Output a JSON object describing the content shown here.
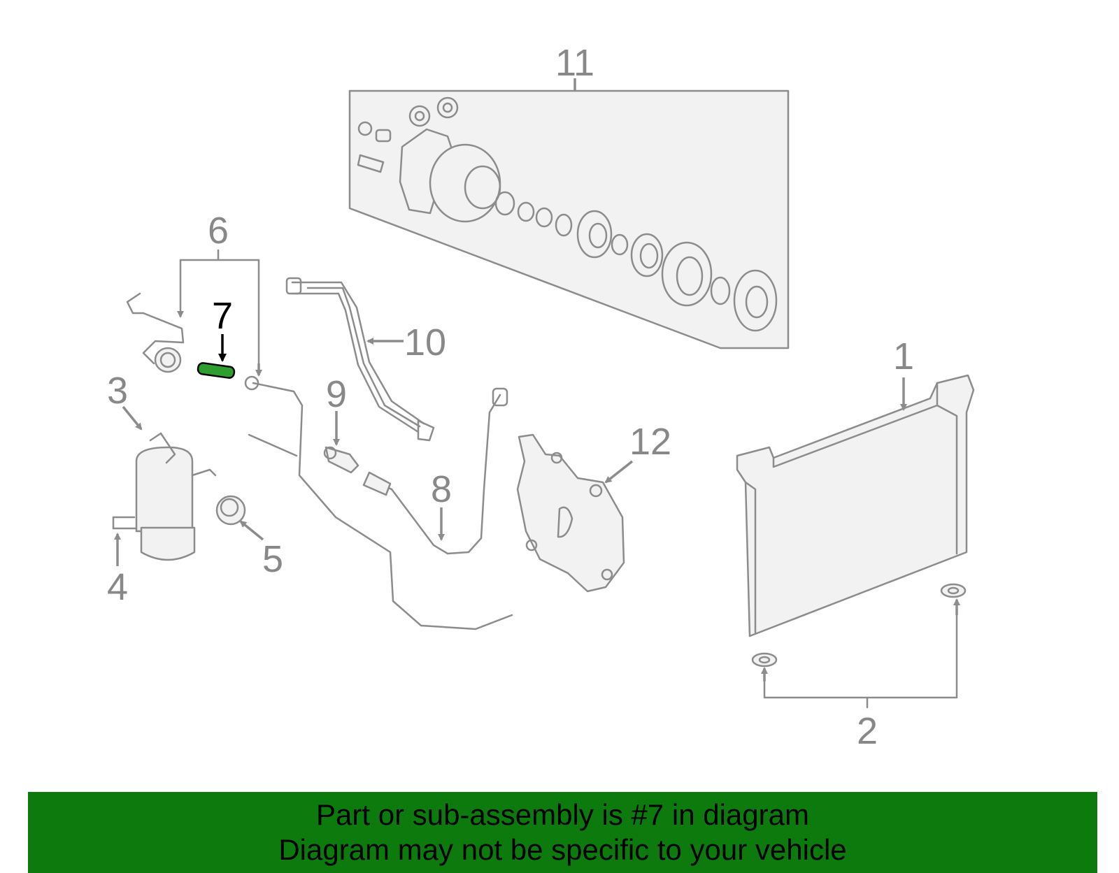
{
  "callouts": {
    "p1": "1",
    "p2": "2",
    "p3": "3",
    "p4": "4",
    "p5": "5",
    "p6": "6",
    "p7": "7",
    "p8": "8",
    "p9": "9",
    "p10": "10",
    "p11": "11",
    "p12": "12"
  },
  "highlight": {
    "part": "7",
    "color": "#2e9e2e"
  },
  "footer": {
    "line1": "Part or sub-assembly is #7 in diagram",
    "line2": "Diagram may not be specific to your vehicle",
    "background": "#0d7a0d"
  }
}
